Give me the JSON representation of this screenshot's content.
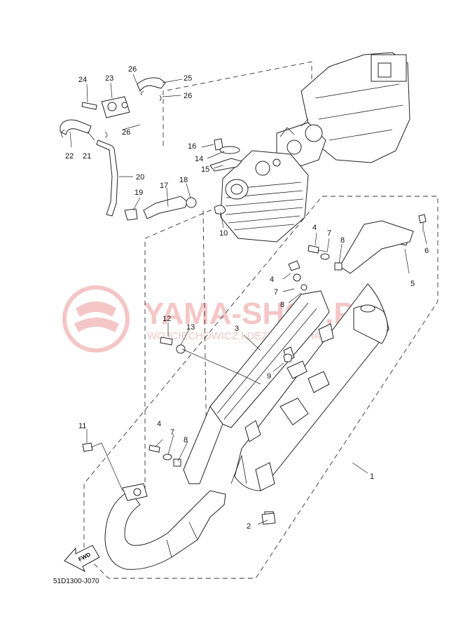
{
  "diagram_code": "51D1300-J070",
  "watermark": {
    "title": "YAMA-SHOP.PL",
    "subtitle": "WOJCIECHOWICZ I DEZA YAMAHA"
  },
  "fwd_label": "FWD",
  "callouts": [
    "1",
    "2",
    "3",
    "4",
    "5",
    "6",
    "7",
    "8",
    "9",
    "10",
    "11",
    "12",
    "13",
    "14",
    "15",
    "16",
    "17",
    "18",
    "19",
    "20",
    "21",
    "22",
    "23",
    "24",
    "25",
    "26"
  ]
}
